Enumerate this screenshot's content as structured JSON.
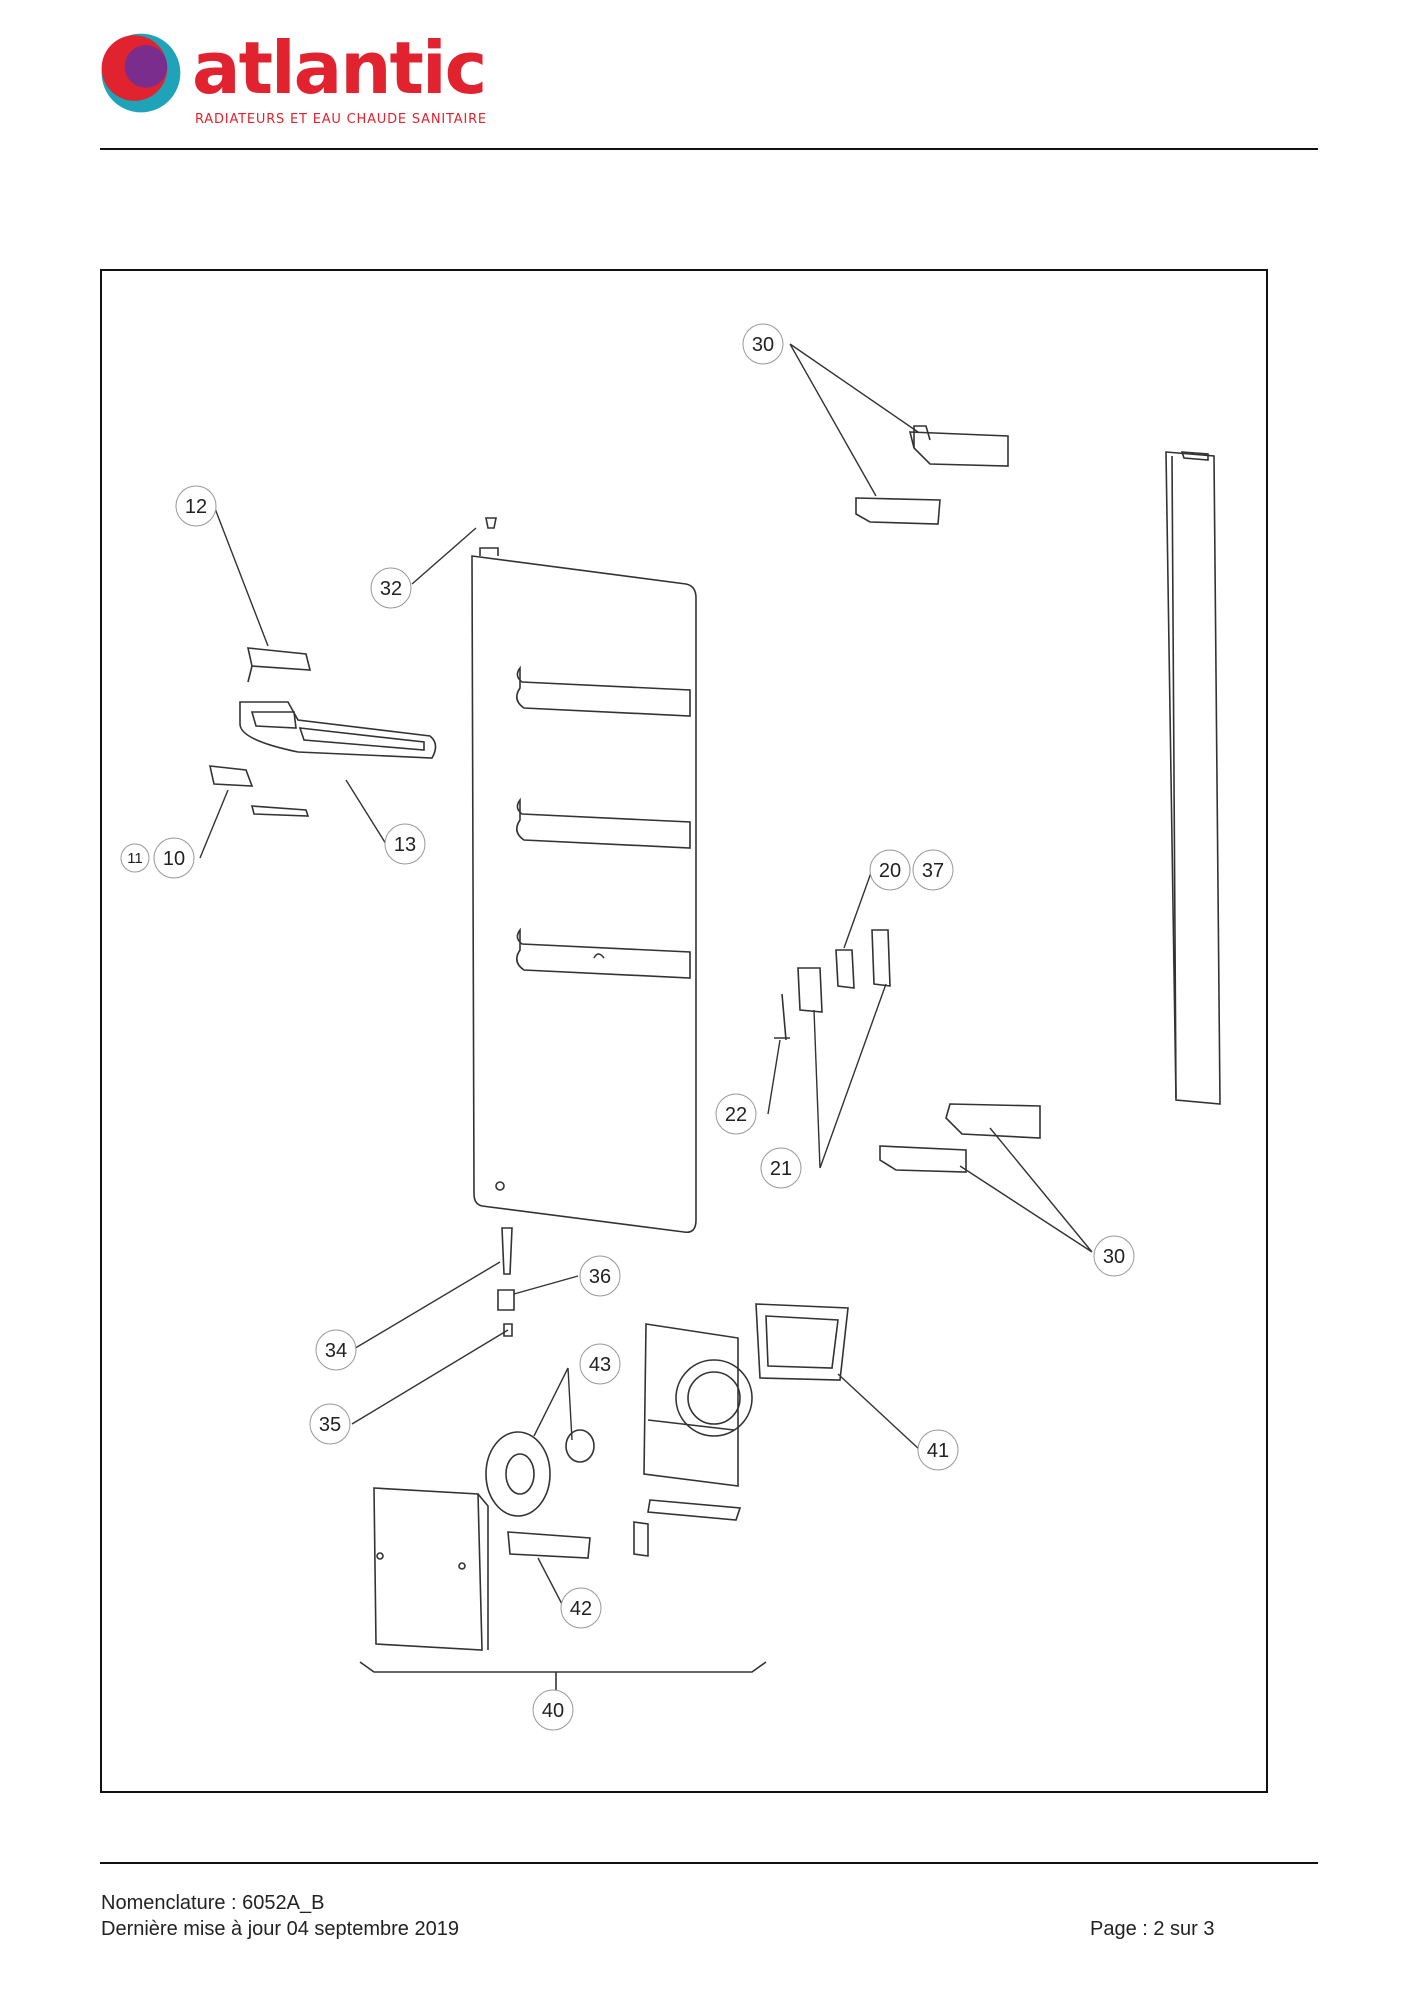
{
  "header": {
    "brand_name": "atlantic",
    "tagline": "RADIATEURS ET EAU CHAUDE SANITAIRE",
    "brand_color": "#e1232f",
    "logo_colors": [
      "#e1232f",
      "#7b2d8e",
      "#1fa3b8"
    ]
  },
  "diagram": {
    "callouts": [
      "30",
      "12",
      "32",
      "13",
      "11",
      "10",
      "20",
      "37",
      "22",
      "21",
      "30",
      "36",
      "34",
      "43",
      "35",
      "41",
      "42",
      "40"
    ]
  },
  "footer": {
    "nomenclature": "Nomenclature : 6052A_B",
    "last_update": "Dernière mise à jour 04 septembre 2019",
    "page": "Page : 2 sur 3"
  }
}
